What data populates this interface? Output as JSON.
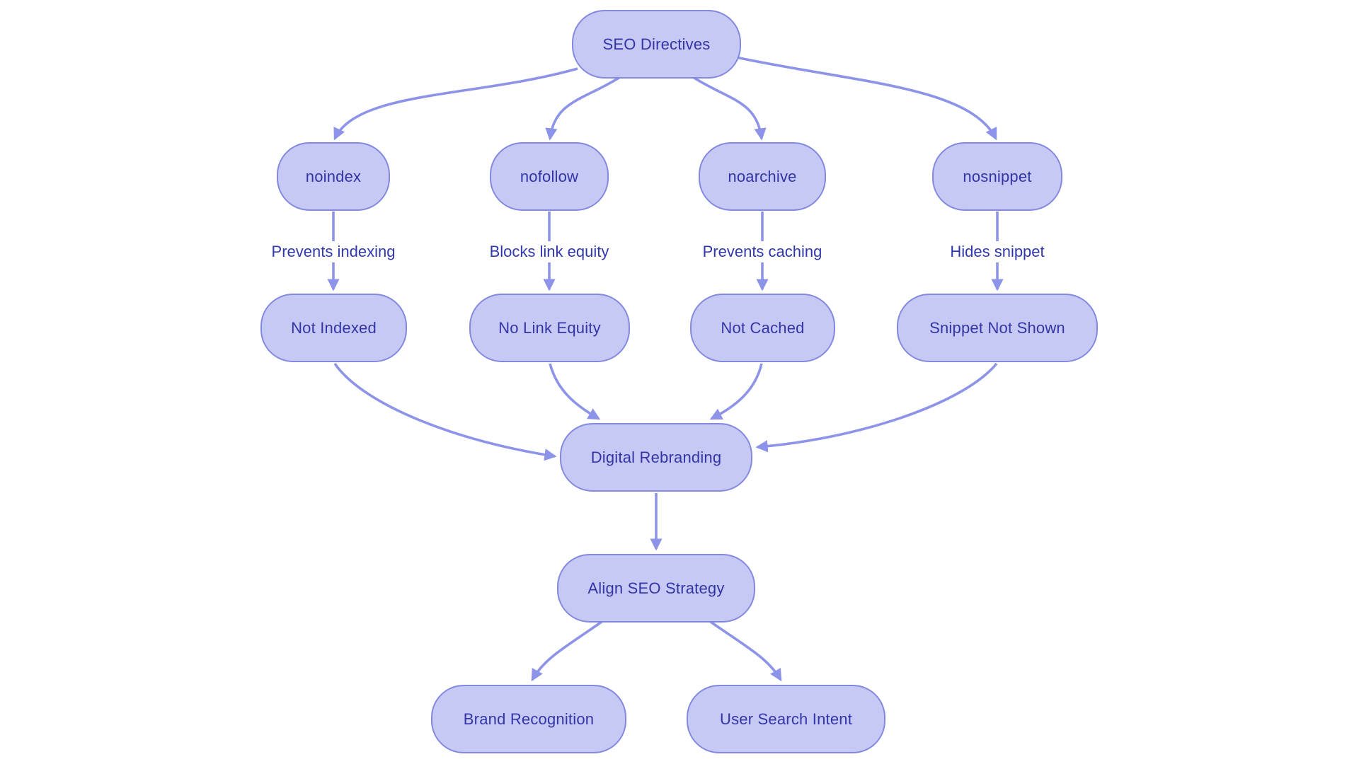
{
  "diagram": {
    "type": "flowchart",
    "direction": "top-down",
    "colors": {
      "background": "#ffffff",
      "node_fill": "#c7c9f5",
      "node_border": "#8289df",
      "node_text": "#3335a7",
      "edge_stroke": "#8d93e8",
      "edge_label_text": "#3138ae"
    },
    "nodes": [
      {
        "id": "seo-directives",
        "label": "SEO Directives"
      },
      {
        "id": "noindex",
        "label": "noindex"
      },
      {
        "id": "nofollow",
        "label": "nofollow"
      },
      {
        "id": "noarchive",
        "label": "noarchive"
      },
      {
        "id": "nosnippet",
        "label": "nosnippet"
      },
      {
        "id": "not-indexed",
        "label": "Not Indexed"
      },
      {
        "id": "no-link-equity",
        "label": "No Link Equity"
      },
      {
        "id": "not-cached",
        "label": "Not Cached"
      },
      {
        "id": "snippet-not-shown",
        "label": "Snippet Not Shown"
      },
      {
        "id": "digital-rebranding",
        "label": "Digital Rebranding"
      },
      {
        "id": "align-seo-strategy",
        "label": "Align SEO Strategy"
      },
      {
        "id": "brand-recognition",
        "label": "Brand Recognition"
      },
      {
        "id": "user-search-intent",
        "label": "User Search Intent"
      }
    ],
    "edges": [
      {
        "from": "seo-directives",
        "to": "noindex",
        "label": ""
      },
      {
        "from": "seo-directives",
        "to": "nofollow",
        "label": ""
      },
      {
        "from": "seo-directives",
        "to": "noarchive",
        "label": ""
      },
      {
        "from": "seo-directives",
        "to": "nosnippet",
        "label": ""
      },
      {
        "from": "noindex",
        "to": "not-indexed",
        "label": "Prevents indexing"
      },
      {
        "from": "nofollow",
        "to": "no-link-equity",
        "label": "Blocks link equity"
      },
      {
        "from": "noarchive",
        "to": "not-cached",
        "label": "Prevents caching"
      },
      {
        "from": "nosnippet",
        "to": "snippet-not-shown",
        "label": "Hides snippet"
      },
      {
        "from": "not-indexed",
        "to": "digital-rebranding",
        "label": ""
      },
      {
        "from": "no-link-equity",
        "to": "digital-rebranding",
        "label": ""
      },
      {
        "from": "not-cached",
        "to": "digital-rebranding",
        "label": ""
      },
      {
        "from": "snippet-not-shown",
        "to": "digital-rebranding",
        "label": ""
      },
      {
        "from": "digital-rebranding",
        "to": "align-seo-strategy",
        "label": ""
      },
      {
        "from": "align-seo-strategy",
        "to": "brand-recognition",
        "label": ""
      },
      {
        "from": "align-seo-strategy",
        "to": "user-search-intent",
        "label": ""
      }
    ]
  }
}
